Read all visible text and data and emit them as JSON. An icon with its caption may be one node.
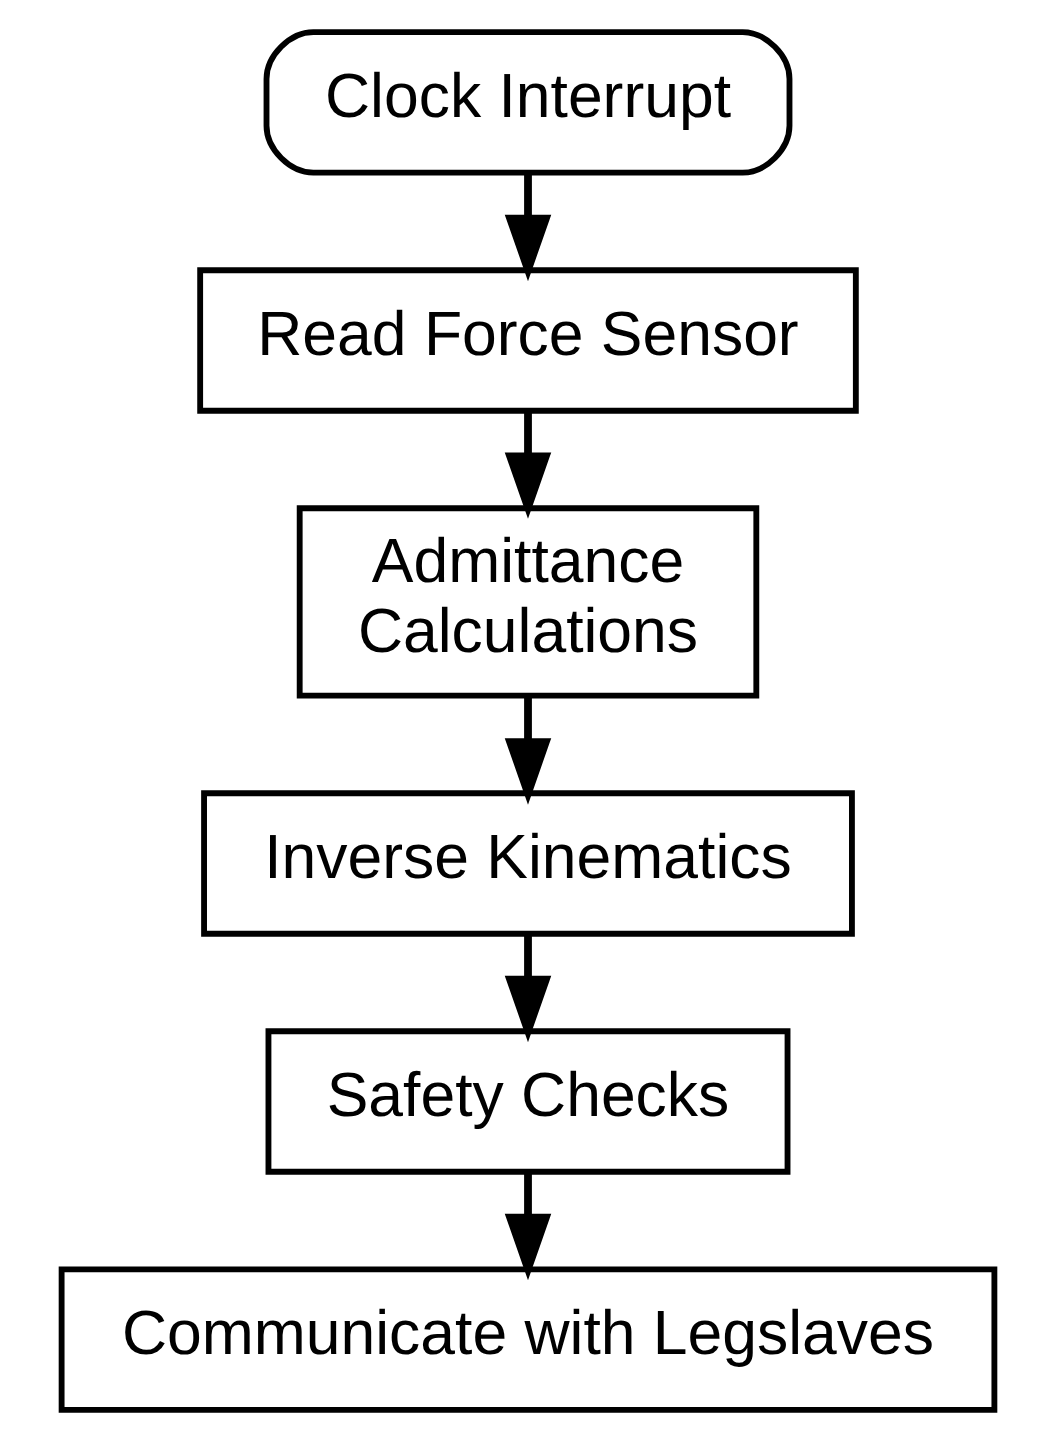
{
  "diagram": {
    "nodes": [
      {
        "text": [
          "Clock Interrupt"
        ]
      },
      {
        "text": [
          "Read Force Sensor"
        ]
      },
      {
        "text": [
          "Admittance Calculations"
        ]
      },
      {
        "text": [
          "Inverse Kinematics"
        ]
      },
      {
        "text": [
          "Safety Checks"
        ]
      },
      {
        "text": [
          "Communicate with Legslaves"
        ]
      }
    ],
    "edges": [
      {
        "from": 0,
        "to": 1,
        "arrow": "to"
      },
      {
        "from": 1,
        "to": 2,
        "arrow": "to"
      },
      {
        "from": 2,
        "to": 3,
        "arrow": "to"
      },
      {
        "from": 3,
        "to": 4,
        "arrow": "to"
      },
      {
        "from": 4,
        "to": 5,
        "arrow": "to"
      }
    ]
  }
}
